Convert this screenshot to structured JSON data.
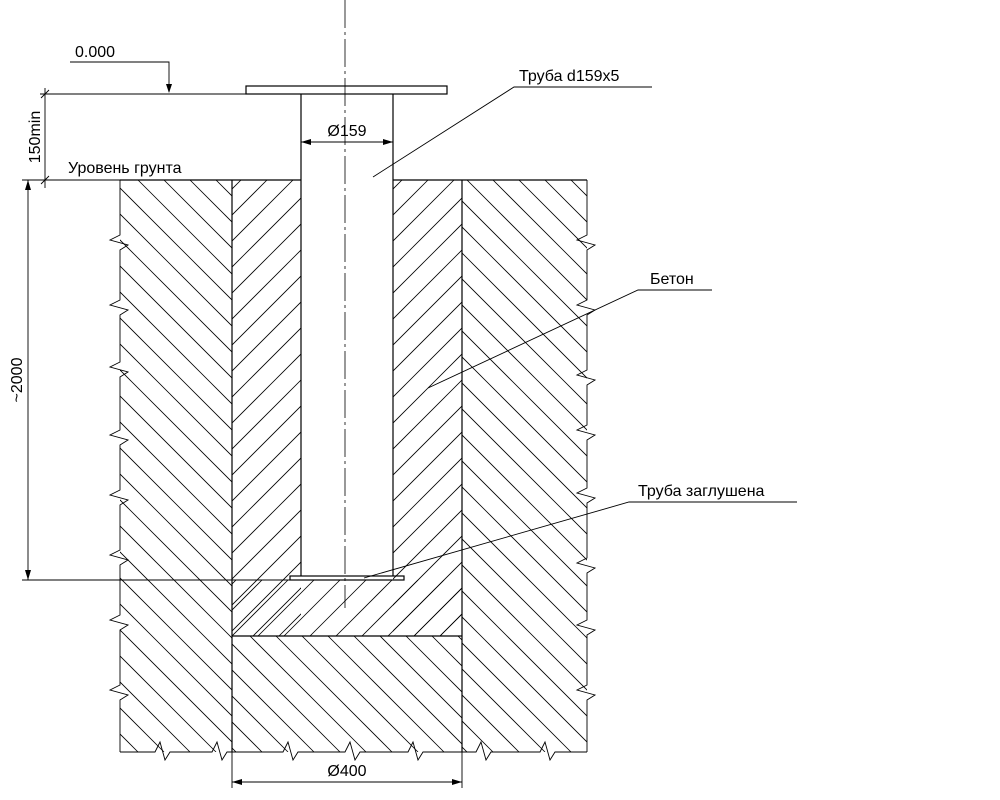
{
  "labels": {
    "zero_level": "0.000",
    "pipe": "Труба d159x5",
    "ground": "Уровень грунта",
    "concrete": "Бетон",
    "plug": "Труба заглушена"
  },
  "dims": {
    "min_offset": "150min",
    "pipe_diameter": "Ø159",
    "depth": "~2000",
    "pit_diameter": "Ø400"
  },
  "colors": {
    "line": "#000000",
    "background": "#ffffff"
  }
}
